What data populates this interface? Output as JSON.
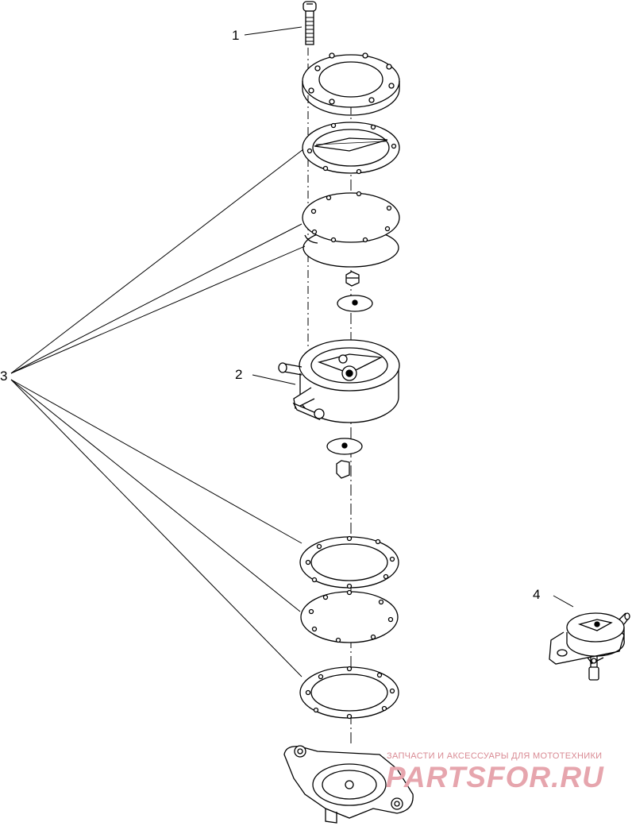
{
  "callouts": {
    "c1": "1",
    "c2": "2",
    "c3": "3",
    "c4": "4"
  },
  "watermark": {
    "line1": "ЗАПЧАСТИ И АКСЕССУАРЫ ДЛЯ МОТОТЕХНИКИ",
    "logo": "PARTSFOR.RU"
  },
  "colors": {
    "ink": "#000000",
    "watermark": "#e6a5ad"
  }
}
